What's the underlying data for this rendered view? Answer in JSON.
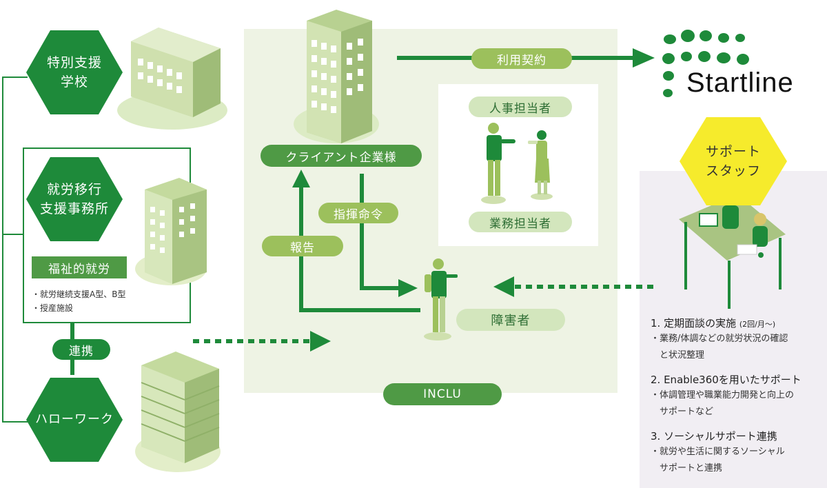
{
  "left": {
    "school_hex": "特別支援\n学校",
    "office_hex": "就労移行\n支援事務所",
    "welfare_label": "福祉的就労",
    "welfare_items": [
      "・就労継続支援A型、B型",
      "・授産施設"
    ],
    "cooperation_label": "連携",
    "hellowork_hex": "ハローワーク"
  },
  "center": {
    "client_label": "クライアント企業様",
    "contract_label": "利用契約",
    "command_label": "指揮命令",
    "report_label": "報告",
    "hr_label": "人事担当者",
    "business_label": "業務担当者",
    "disabled_label": "障害者",
    "inclu_label": "INCLU"
  },
  "right": {
    "brand_name": "Startline",
    "support_hex": "サポート\nスタッフ",
    "support_items": [
      {
        "title": "1. 定期面談の実施",
        "note": "(2回/月〜)",
        "lines": [
          "・業務/体調などの就労状況の確認",
          "　と状況整理"
        ]
      },
      {
        "title": "2. Enable360を用いたサポート",
        "note": "",
        "lines": [
          "・体調管理や職業能力開発と向上の",
          "　サポートなど"
        ]
      },
      {
        "title": "3. ソーシャルサポート連携",
        "note": "",
        "lines": [
          "・就労や生活に関するソーシャル",
          "　サポートと連携"
        ]
      }
    ]
  },
  "colors": {
    "dark_green": "#1e8a3a",
    "mid_green": "#4f9a45",
    "light_green": "#9cc05c",
    "pale_panel": "#eef3e4",
    "support_panel": "#f1eef3",
    "yellow": "#f6eb2c"
  }
}
